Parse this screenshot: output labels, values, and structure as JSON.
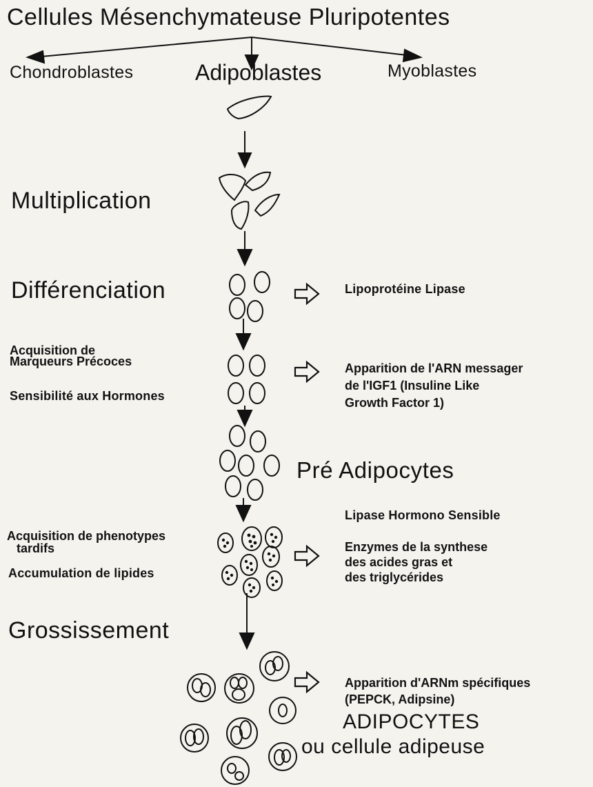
{
  "title": "Cellules Mésenchymateuse Pluripotentes",
  "branches": {
    "left": "Chondroblastes",
    "center": "Adipoblastes",
    "right": "Myoblastes"
  },
  "stages": {
    "multiplication": "Multiplication",
    "differenciation": "Différenciation",
    "acquisition_line1": "Acquisition de",
    "acquisition_line2": "Marqueurs Précoces",
    "sensibilite": "Sensibilité aux Hormones",
    "phenotypes_line1": "Acquisition de phenotypes",
    "phenotypes_line2": "tardifs",
    "accumulation": "Accumulation de lipides",
    "grossissement": "Grossissement"
  },
  "products": {
    "lipoproteine": "Lipoprotéine Lipase",
    "arn_lines": [
      "Apparition de l'ARN messager",
      "de l'IGF1 (Insuline Like",
      "Growth Factor 1)"
    ],
    "pre_adipocytes": "Pré Adipocytes",
    "lipase_hormono": "Lipase Hormono Sensible",
    "enzymes_lines": [
      "Enzymes de la synthese",
      "des acides gras et",
      "des triglycérides"
    ],
    "arnm_lines": [
      "Apparition d'ARNm spécifiques",
      "(PEPCK, Adipsine)"
    ],
    "adipocytes": "ADIPOCYTES",
    "cellule_adipeuse": "ou cellule adipeuse"
  }
}
